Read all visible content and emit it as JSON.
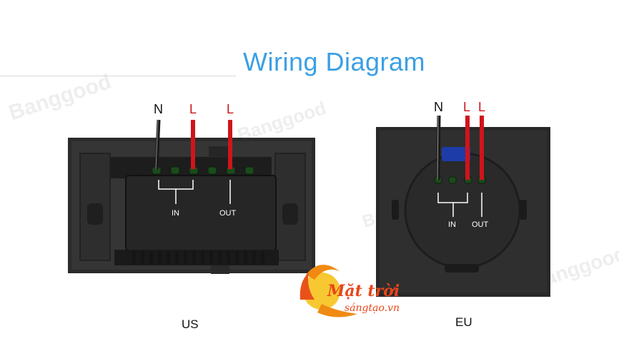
{
  "title": "Wiring Diagram",
  "us": {
    "label": "US",
    "wires": {
      "n": "N",
      "l1": "L",
      "l2": "L"
    },
    "terminals": {
      "in": "IN",
      "out": "OUT"
    }
  },
  "eu": {
    "label": "EU",
    "wires": {
      "n": "N",
      "l1": "L",
      "l2": "L"
    },
    "terminals": {
      "in": "IN",
      "out": "OUT"
    }
  },
  "logo": {
    "line1": "Mặt trời",
    "line2": "sángtạo.vn"
  },
  "watermarks": [
    "Banggood",
    "Banggood",
    "Banggood",
    "Banggood"
  ],
  "colors": {
    "title": "#3aa0e4",
    "live_wire": "#d0141b",
    "neutral_wire": "#1a1a1a",
    "plate": "#2a2a2a"
  }
}
